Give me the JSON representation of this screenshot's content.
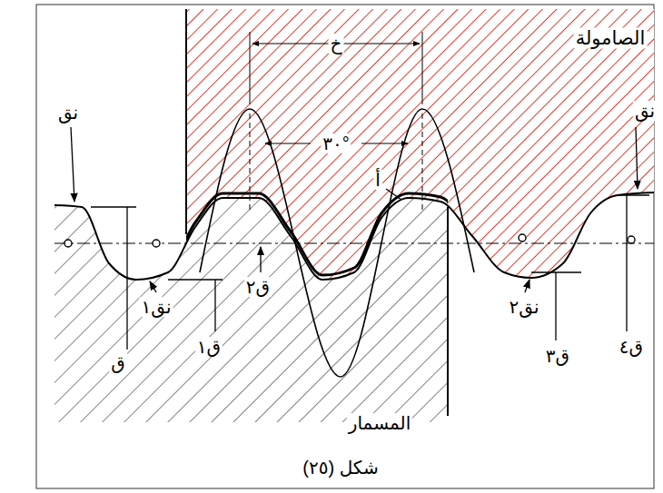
{
  "diagram": {
    "caption": "شكل (٢٥)",
    "labels": [
      "الصامولة",
      "خ",
      "نق",
      "٣٠°",
      "نق",
      "أ",
      "ق٢",
      "نق١",
      "ق",
      "ق١",
      "نق٢",
      "ق٣",
      "ق٤",
      "المسمار"
    ]
  }
}
